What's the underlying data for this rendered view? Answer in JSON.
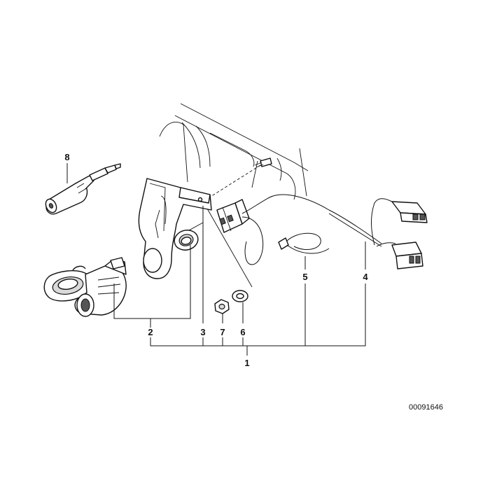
{
  "callouts": {
    "p1": "1",
    "p2": "2",
    "p3": "3",
    "p4": "4",
    "p5": "5",
    "p6": "6",
    "p7": "7",
    "p8": "8"
  },
  "document_number": "00091646"
}
